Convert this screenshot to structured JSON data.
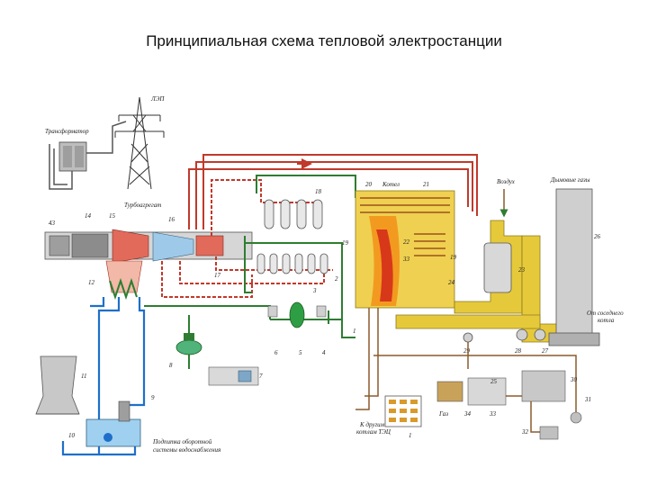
{
  "title": "Принципиальная схема тепловой электростанции",
  "labels": {
    "lep": "ЛЭП",
    "transformer": "Трансформатор",
    "turbogenerator": "Турбоагрегат",
    "boiler": "Котел",
    "air": "Воздух",
    "flue_gases": "Дымовые газы",
    "from_boiler_line1": "От соседнего",
    "from_boiler_line2": "котла",
    "gas": "Газ",
    "to_boilers_line1": "К другим",
    "to_boilers_line2": "котлам ТЭЦ",
    "water_line1": "Подпитка оборотной",
    "water_line2": "системы водоснабжения"
  },
  "numbers": [
    "1",
    "2",
    "3",
    "4",
    "5",
    "6",
    "7",
    "8",
    "9",
    "10",
    "11",
    "12",
    "14",
    "15",
    "16",
    "17",
    "18",
    "19",
    "20",
    "21",
    "22",
    "23",
    "24",
    "25",
    "26",
    "27",
    "28",
    "29",
    "30",
    "31",
    "32",
    "33",
    "34",
    "43"
  ],
  "colors": {
    "steam": "#c0392b",
    "water": "#2e7d32",
    "cooling": "#1e6fc9",
    "gas_duct": "#e0c020",
    "flue": "#8a5a2b",
    "equipment": "#d0d0d0"
  }
}
